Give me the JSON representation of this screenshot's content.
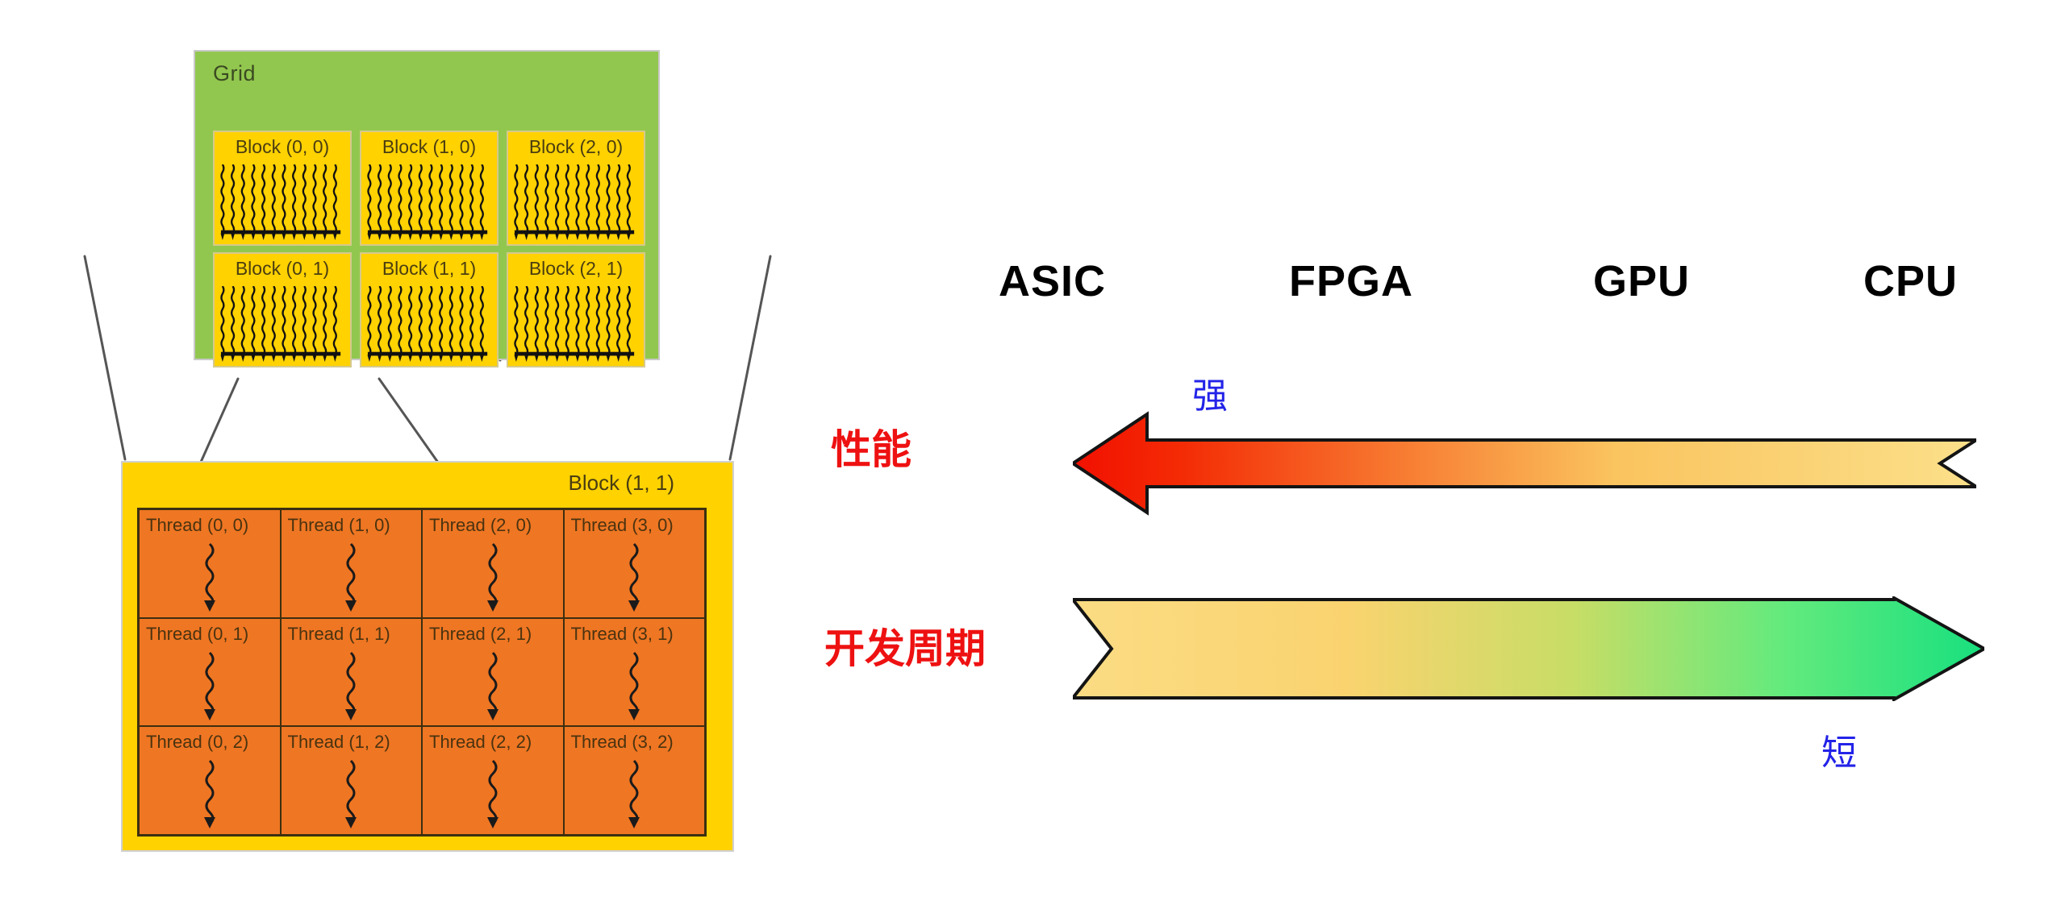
{
  "cuda": {
    "grid_title": "Grid",
    "blocks": [
      {
        "label": "Block (0, 0)"
      },
      {
        "label": "Block (1, 0)"
      },
      {
        "label": "Block (2, 0)"
      },
      {
        "label": "Block (0, 1)"
      },
      {
        "label": "Block (1, 1)"
      },
      {
        "label": "Block (2, 1)"
      }
    ],
    "detail_block_label": "Block (1, 1)",
    "threads": [
      {
        "label": "Thread (0, 0)"
      },
      {
        "label": "Thread (1, 0)"
      },
      {
        "label": "Thread (2, 0)"
      },
      {
        "label": "Thread (3, 0)"
      },
      {
        "label": "Thread (0, 1)"
      },
      {
        "label": "Thread (1, 1)"
      },
      {
        "label": "Thread (2, 1)"
      },
      {
        "label": "Thread (3, 1)"
      },
      {
        "label": "Thread (0, 2)"
      },
      {
        "label": "Thread (1, 2)"
      },
      {
        "label": "Thread (2, 2)"
      },
      {
        "label": "Thread (3, 2)"
      }
    ],
    "colors": {
      "grid_bg": "#92c74f",
      "block_bg": "#ffd200",
      "thread_bg": "#ef7623"
    }
  },
  "comparison": {
    "chips": [
      {
        "name": "ASIC"
      },
      {
        "name": "FPGA"
      },
      {
        "name": "GPU"
      },
      {
        "name": "CPU"
      }
    ],
    "rows": [
      {
        "label": "性能",
        "tip": "强",
        "direction": "left",
        "start_color": "#fbe08a",
        "end_color": "#f21000"
      },
      {
        "label": "开发周期",
        "tip": "短",
        "direction": "right",
        "start_color": "#fbdc84",
        "end_color": "#18e07e"
      }
    ],
    "colors": {
      "label_color": "#ee1111",
      "tip_color": "#2323e8",
      "chip_color": "#000000"
    }
  }
}
